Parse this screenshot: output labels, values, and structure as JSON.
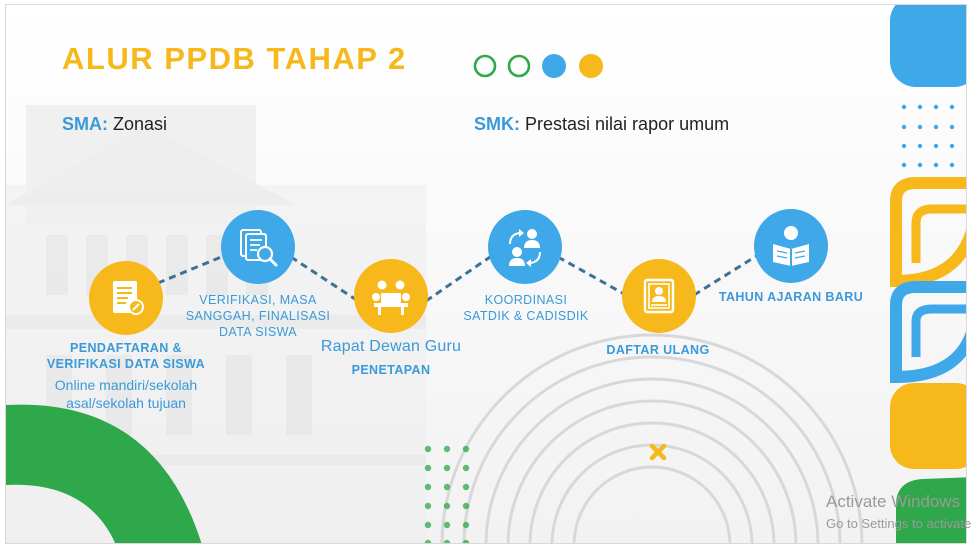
{
  "title": "ALUR PPDB TAHAP 2",
  "sma": {
    "tag": "SMA:",
    "value": "Zonasi"
  },
  "smk": {
    "tag": "SMK:",
    "value": "Prestasi nilai rapor umum"
  },
  "steps": {
    "s1": {
      "line1": "PENDAFTARAN &",
      "line2": "VERIFIKASI DATA SISWA",
      "note1": "Online mandiri/sekolah",
      "note2": "asal/sekolah tujuan",
      "icon": "document-pen-icon"
    },
    "s2": {
      "line1": "VERIFIKASI, MASA",
      "line2": "SANGGAH, FINALISASI",
      "line3": "DATA SISWA",
      "icon": "documents-magnifier-icon"
    },
    "s3": {
      "line1": "Rapat Dewan Guru",
      "line2": "PENETAPAN",
      "icon": "meeting-table-icon"
    },
    "s4": {
      "line1": "KOORDINASI",
      "line2": "SATDIK & CADISDIK",
      "icon": "people-exchange-icon"
    },
    "s5": {
      "line1": "DAFTAR ULANG",
      "icon": "id-card-icon"
    },
    "s6": {
      "line1": "TAHUN AJARAN BARU",
      "icon": "reading-book-icon"
    }
  },
  "colors": {
    "accent_yellow": "#f6b81a",
    "accent_blue": "#3fa8e8",
    "accent_green": "#2ea84a",
    "label_blue": "#3a9ad9"
  },
  "watermark": {
    "line1": "Activate Windows",
    "line2": "Go to Settings to activate Windows."
  }
}
